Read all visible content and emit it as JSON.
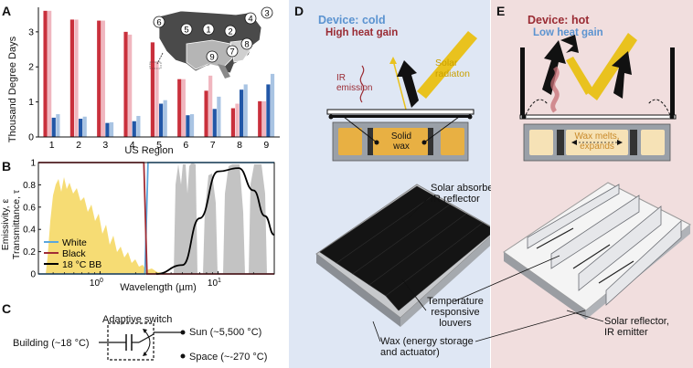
{
  "panels": {
    "A": "A",
    "B": "B",
    "C": "C",
    "D": "D",
    "E": "E"
  },
  "chart_data": [
    {
      "type": "bar",
      "panel": "A",
      "ylabel": "Thousand Degree Days",
      "xlabel": "US Region",
      "categories": [
        "1",
        "2",
        "3",
        "4",
        "5",
        "6",
        "7",
        "8",
        "9"
      ],
      "yticks": [
        "0",
        "1",
        "2",
        "3"
      ],
      "ylim": [
        0,
        3.7
      ],
      "colors": [
        "#c9303c",
        "#f0b6bf",
        "#2257a7",
        "#a9c4e3"
      ],
      "series": [
        {
          "values": [
            3.6,
            3.35,
            3.32,
            3.0,
            2.7,
            1.65,
            1.32,
            0.82,
            1.02
          ]
        },
        {
          "values": [
            3.6,
            3.35,
            3.32,
            2.92,
            2.15,
            1.65,
            1.75,
            0.95,
            1.02
          ]
        },
        {
          "values": [
            0.55,
            0.52,
            0.4,
            0.45,
            0.95,
            0.62,
            0.8,
            1.35,
            1.5
          ]
        },
        {
          "values": [
            0.65,
            0.58,
            0.42,
            0.6,
            1.05,
            0.65,
            1.15,
            1.5,
            1.8
          ]
        }
      ],
      "map_regions": [
        "1",
        "2",
        "3",
        "4",
        "5",
        "6",
        "7",
        "8",
        "9"
      ]
    },
    {
      "type": "line",
      "panel": "B",
      "ylabel_1": "Emissivity, ε",
      "ylabel_2": "Transmittance, τ",
      "xlabel": "Wavelength (µm)",
      "xscale": "log",
      "xlim": [
        0.3,
        30
      ],
      "ylim": [
        0,
        1
      ],
      "yticks": [
        "0",
        "0.2",
        "0.4",
        "0.6",
        "0.8",
        "1"
      ],
      "xticks": [
        "10^0",
        "10^1"
      ],
      "legend": [
        "White",
        "Black",
        "18 °C BB"
      ],
      "legend_colors": [
        "#5aa6dd",
        "#a02d35",
        "#000000"
      ],
      "series": [
        {
          "name": "White",
          "x": [
            0.3,
            2.4,
            2.55,
            30
          ],
          "y": [
            0.0,
            0.0,
            1.0,
            1.0
          ]
        },
        {
          "name": "Black",
          "x": [
            0.3,
            2.35,
            2.5,
            30
          ],
          "y": [
            1.0,
            1.0,
            0.0,
            0.0
          ]
        },
        {
          "name": "18 °C BB",
          "x": [
            3,
            5,
            7,
            10,
            15,
            20,
            25,
            30
          ],
          "y": [
            0.0,
            0.08,
            0.5,
            0.92,
            0.95,
            0.75,
            0.52,
            0.35
          ]
        }
      ]
    }
  ],
  "panelC": {
    "switch_label": "Adaptive switch",
    "building": "Building (~18 °C)",
    "sun": "Sun (~5,500 °C)",
    "space": "Space (~-270 °C)"
  },
  "panelD": {
    "title_device": "Device: cold",
    "title_gain": "High heat gain",
    "ir": "IR\nemission",
    "solar": "Solar\nradiaton",
    "wax": "Solid\nwax",
    "annot_absorber": "Solar absorber,\nIR reflector",
    "annot_louvers": "Temperature\nresponsive\nlouvers",
    "annot_wax": "Wax (energy storage\nand actuator)"
  },
  "panelE": {
    "title_device": "Device: hot",
    "title_gain": "Low heat gain",
    "wax": "Wax melts,\nexpands",
    "annot_reflector": "Solar reflector,\nIR emitter"
  },
  "colors": {
    "panelD_bg": "#dfe7f4",
    "panelE_bg": "#f1dede",
    "cold_blue": "#5b93d0",
    "hot_red": "#9a2b33",
    "solar_yellow": "#e9c21e",
    "wax_orange": "#e8b043",
    "wax_cream": "#f6e2b6"
  }
}
